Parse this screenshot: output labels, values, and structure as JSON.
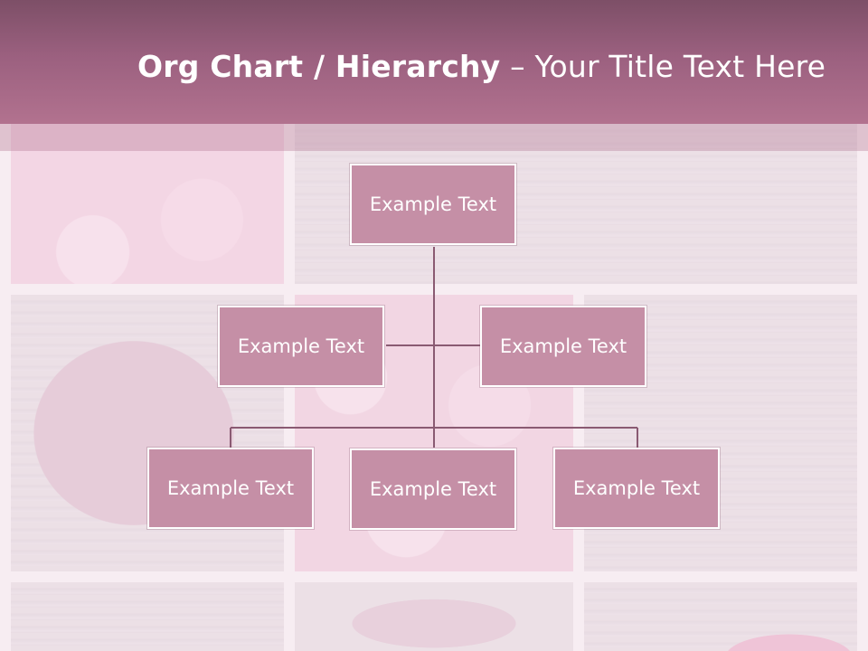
{
  "header": {
    "title_bold": "Org Chart / Hierarchy",
    "title_dash": " – ",
    "title_light": "Your Title Text Here"
  },
  "org_chart": {
    "root": "Example Text",
    "assistants": [
      "Example Text",
      "Example Text"
    ],
    "children": [
      "Example Text",
      "Example Text",
      "Example Text"
    ]
  },
  "colors": {
    "header": "#9b607f",
    "node_fill": "#c58fa6",
    "connector": "#8a5a72"
  }
}
